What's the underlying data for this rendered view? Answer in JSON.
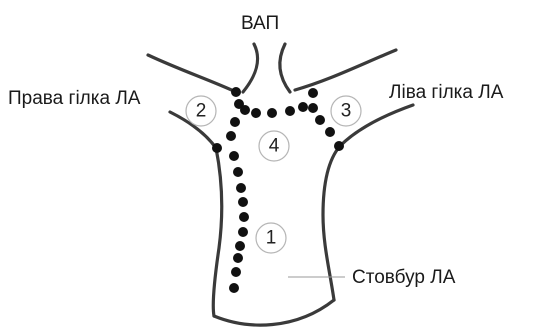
{
  "labels": {
    "top": "ВАП",
    "right_branch_left": "Права гілка ЛА",
    "left_branch_right": "Ліва гілка ЛА",
    "trunk": "Стовбур ЛА"
  },
  "regions": [
    "1",
    "2",
    "3",
    "4"
  ],
  "colors": {
    "outline": "#3a3a3a",
    "dots": "#111111",
    "circle_stroke": "#b5b5b5",
    "leader": "#9a9a9a"
  }
}
